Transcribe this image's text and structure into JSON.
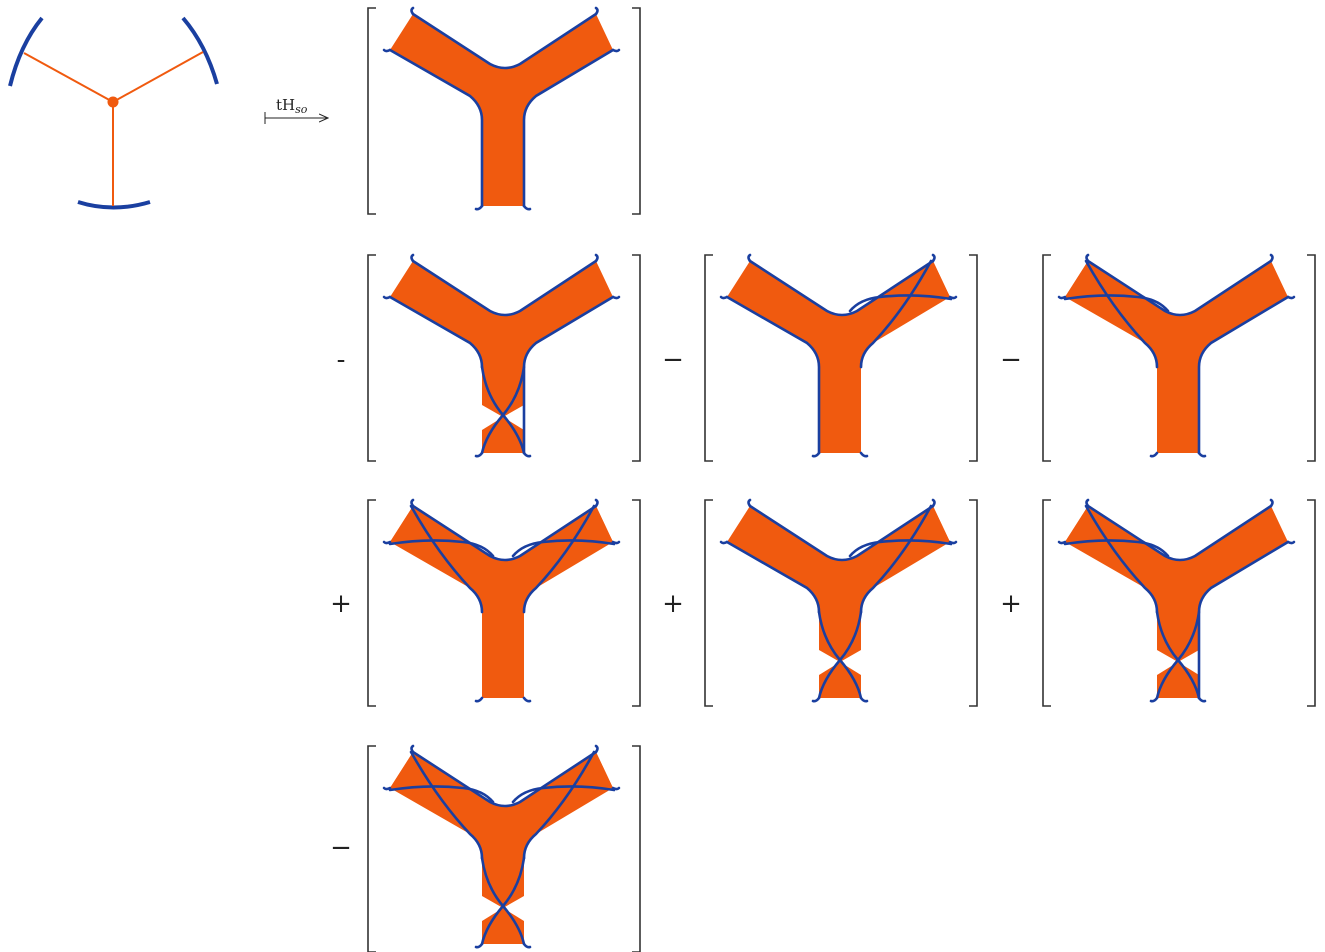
{
  "colors": {
    "ribbon": "#F05A0F",
    "edge": "#1A3FA0",
    "graph": "#F05A0F",
    "text": "#222222"
  },
  "map_label": {
    "main": "tH",
    "sub": "so"
  },
  "terms": [
    {
      "sign": "",
      "twists": [
        0,
        0,
        0
      ]
    },
    {
      "sign": "-",
      "twists": [
        0,
        0,
        1
      ]
    },
    {
      "sign": "−",
      "twists": [
        0,
        1,
        0
      ]
    },
    {
      "sign": "−",
      "twists": [
        1,
        0,
        0
      ]
    },
    {
      "sign": "+",
      "twists": [
        1,
        1,
        0
      ]
    },
    {
      "sign": "+",
      "twists": [
        0,
        1,
        1
      ]
    },
    {
      "sign": "+",
      "twists": [
        1,
        0,
        1
      ]
    },
    {
      "sign": "−",
      "twists": [
        1,
        1,
        1
      ]
    }
  ]
}
